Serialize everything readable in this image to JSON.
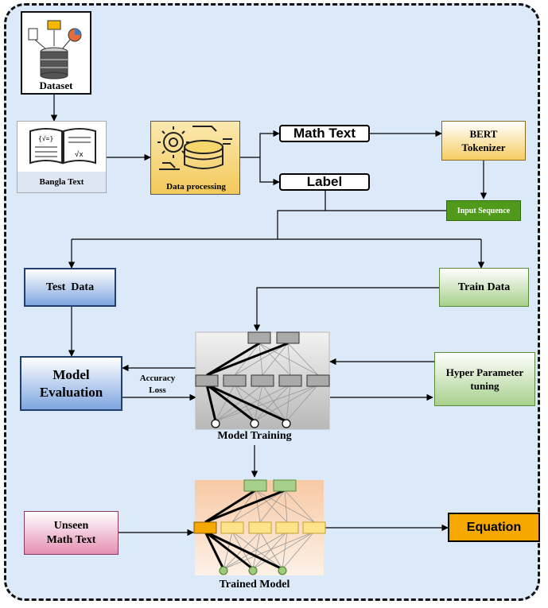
{
  "nodes": {
    "dataset": "Dataset",
    "bangla_text": "Bangla Text",
    "data_processing": "Data  processing",
    "math_text": "Math Text",
    "label": "Label",
    "bert_tokenizer_line1": "BERT",
    "bert_tokenizer_line2": "Tokenizer",
    "input_sequence": "Input Sequence",
    "test_data": "Test  Data",
    "train_data": "Train Data",
    "model_evaluation_line1": "Model",
    "model_evaluation_line2": "Evaluation",
    "accuracy": "Accuracy",
    "loss": "Loss",
    "hyper_parameter_line1": "Hyper Parameter",
    "hyper_parameter_line2": "tuning",
    "model_training": "Model Training",
    "unseen_line1": "Unseen",
    "unseen_line2": "Math Text",
    "equation": "Equation",
    "trained_model": "Trained Model"
  },
  "colors": {
    "background": "#dce9f8",
    "blue_box": "#7ea6e0",
    "green_box": "#a7d08c",
    "pink_box": "#e58fb3",
    "yellow_box": "#f6cd62",
    "input_sequence": "#4f9a1a",
    "equation": "#f5a800"
  },
  "icons": [
    "database-icon",
    "document-icon",
    "folder-icon",
    "pie-chart-icon",
    "book-icon",
    "gear-icon",
    "neural-network-icon"
  ]
}
